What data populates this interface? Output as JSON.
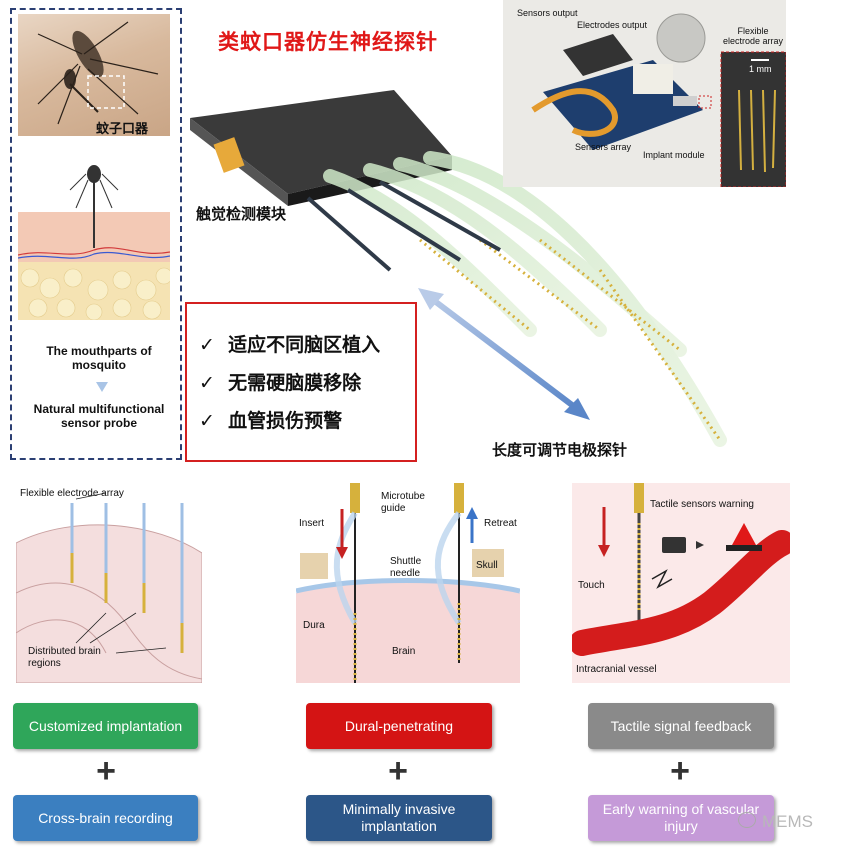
{
  "left_panel": {
    "photo_label": "蚊子口器",
    "caption_1": "The mouthparts of mosquito",
    "caption_2": "Natural multifunctional sensor probe"
  },
  "title": "类蚊口器仿生神经探针",
  "tactile_module_label": "触觉检测模块",
  "length_probe_label": "长度可调节电极探针",
  "features": [
    "适应不同脑区植入",
    "无需硬脑膜移除",
    "血管损伤预警"
  ],
  "check_mark": "✓",
  "device_photo": {
    "sensors_output": "Sensors output",
    "electrodes_output": "Electrodes output",
    "flexible_array": "Flexible electrode array",
    "scale": "1 mm",
    "sensors_array": "Sensors array",
    "implant_module": "Implant module"
  },
  "panel_a": {
    "flexible_array": "Flexible electrode array",
    "distributed": "Distributed brain regions"
  },
  "panel_b": {
    "microtube": "Microtube guide",
    "insert": "Insert",
    "retreat": "Retreat",
    "shuttle": "Shuttle needle",
    "skull": "Skull",
    "dura": "Dura",
    "brain": "Brain"
  },
  "panel_c": {
    "tactile_warning": "Tactile sensors warning",
    "touch": "Touch",
    "vessel": "Intracranial vessel"
  },
  "buttons": {
    "customized": "Customized implantation",
    "cross_brain": "Cross-brain recording",
    "dural": "Dural-penetrating",
    "minimally": "Minimally invasive implantation",
    "tactile": "Tactile signal feedback",
    "early": "Early warning of vascular injury"
  },
  "plus": "+",
  "watermark": "MEMS",
  "colors": {
    "title_red": "#e01818",
    "green": "#2fa65a",
    "blue": "#3b7fc0",
    "red": "#d41414",
    "navy": "#2c5688",
    "gray": "#8a8a8a",
    "purple": "#c59ad8"
  }
}
